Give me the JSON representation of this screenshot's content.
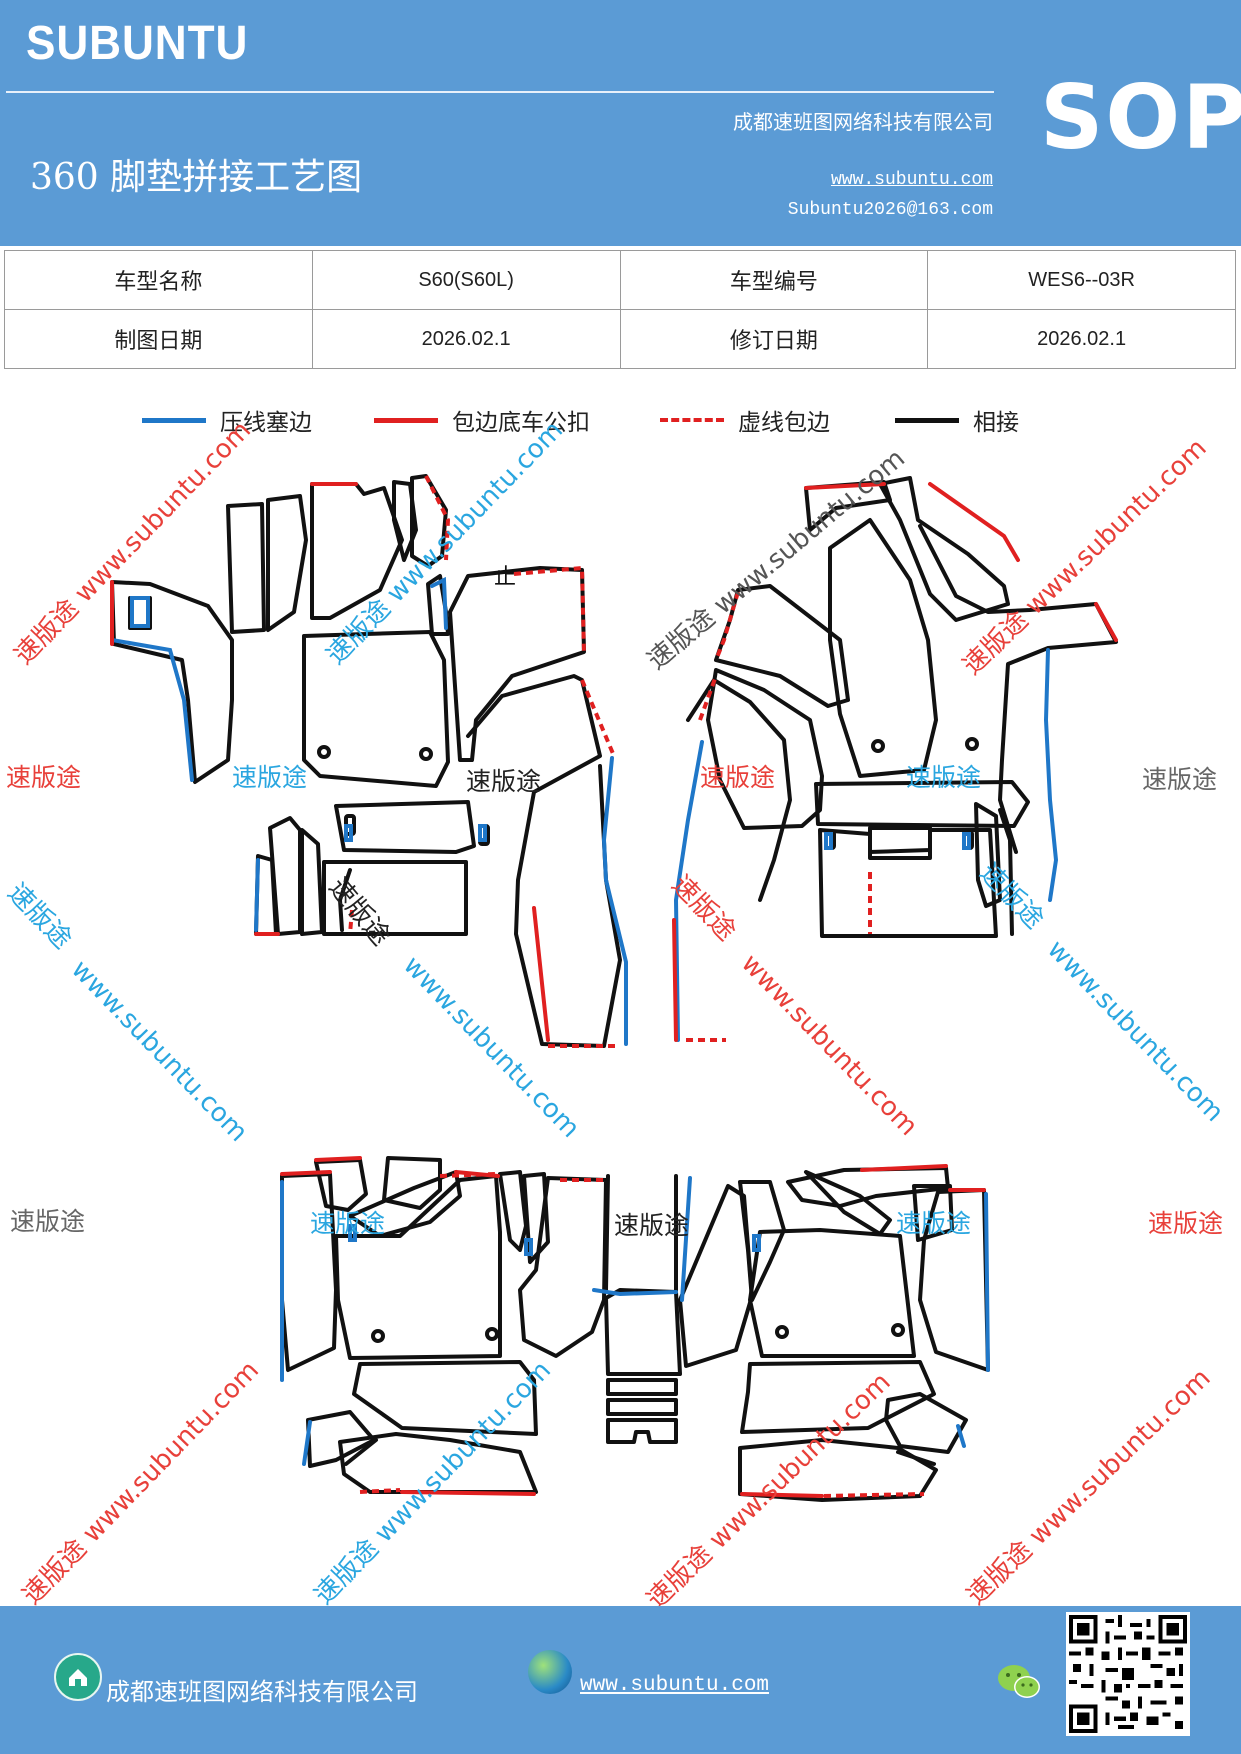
{
  "header": {
    "logo": "SUBUNTU",
    "title": "360 脚垫拼接工艺图",
    "company": "成都速班图网络科技有限公司",
    "website": "www.subuntu.com",
    "email": "Subuntu2026@163.com",
    "badge": "SOP"
  },
  "info": {
    "model_name_label": "车型名称",
    "model_name": "S60(S60L)",
    "model_code_label": "车型编号",
    "model_code": "WES6--03R",
    "draw_date_label": "制图日期",
    "draw_date": "2026.02.1",
    "revise_date_label": "修订日期",
    "revise_date": "2026.02.1"
  },
  "legend": [
    {
      "label": "压线塞边",
      "color": "#1f77c8",
      "style": "solid"
    },
    {
      "label": "包边底车公扣",
      "color": "#e02020",
      "style": "solid"
    },
    {
      "label": "虚线包边",
      "color": "#e02020",
      "style": "dashed"
    },
    {
      "label": "相接",
      "color": "#111111",
      "style": "solid"
    }
  ],
  "diagram": {
    "mark_top": "止"
  },
  "watermarks": {
    "brand": "速版途",
    "brand_url": "速版途 www.subuntu.com",
    "url": "www.subuntu.com",
    "vertical_brand": "速版途",
    "colors": {
      "red": "#e8403a",
      "blue": "#2aa6e0",
      "gray": "#666666",
      "dark": "#222222"
    }
  },
  "footer": {
    "company": "成都速班图网络科技有限公司",
    "website": "www.subuntu.com",
    "icons": [
      "home-icon",
      "globe-icon",
      "wechat-icon",
      "qr-code"
    ]
  }
}
